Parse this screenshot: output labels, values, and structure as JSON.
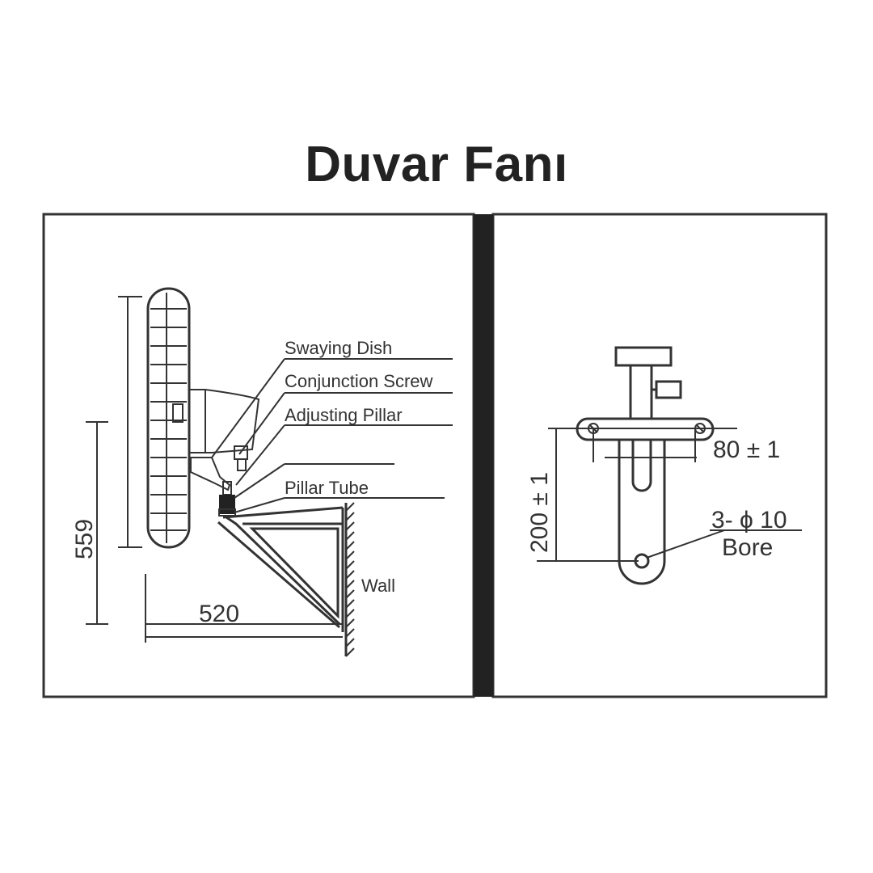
{
  "title": "Duvar Fanı",
  "left_panel": {
    "labels": {
      "swaying_dish": "Swaying Dish",
      "conjunction_screw": "Conjunction Screw",
      "adjusting_pillar": "Adjusting Pillar",
      "pillar_tube": "Pillar Tube",
      "wall": "Wall"
    },
    "dimensions": {
      "height": "559",
      "depth": "520"
    }
  },
  "right_panel": {
    "dimensions": {
      "hole_spacing": "80 ± 1",
      "height": "200 ± 1",
      "bore_count": "3- ϕ 10",
      "bore": "Bore"
    }
  },
  "colors": {
    "line": "#333333",
    "divider": "#222222"
  }
}
